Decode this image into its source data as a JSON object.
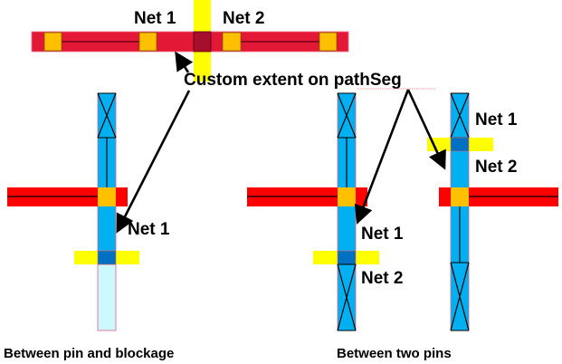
{
  "title_annotation": "Custom extent on pathSeg",
  "top_example": {
    "net_left_label": "Net 1",
    "net_right_label": "Net 2"
  },
  "left_example": {
    "net_label": "Net 1",
    "caption": "Between pin and blockage"
  },
  "right_example": {
    "middle_column": {
      "net_top_label": "Net 1",
      "net_bottom_label": "Net 2"
    },
    "right_column": {
      "net_top_label": "Net 1",
      "net_bottom_label": "Net 2"
    },
    "caption": "Between two pins"
  },
  "colors": {
    "metal_horizontal_top": "#e31837",
    "metal_horizontal": "#ff0000",
    "metal_vertical": "#00b0f0",
    "pin": "#ffc000",
    "extent": "#ffff00",
    "overlap_red": "#a50f2d",
    "overlap_blue": "#0070c0",
    "blockage": "#ccf9ff",
    "outline": "#e06080",
    "arrow": "#000000"
  }
}
